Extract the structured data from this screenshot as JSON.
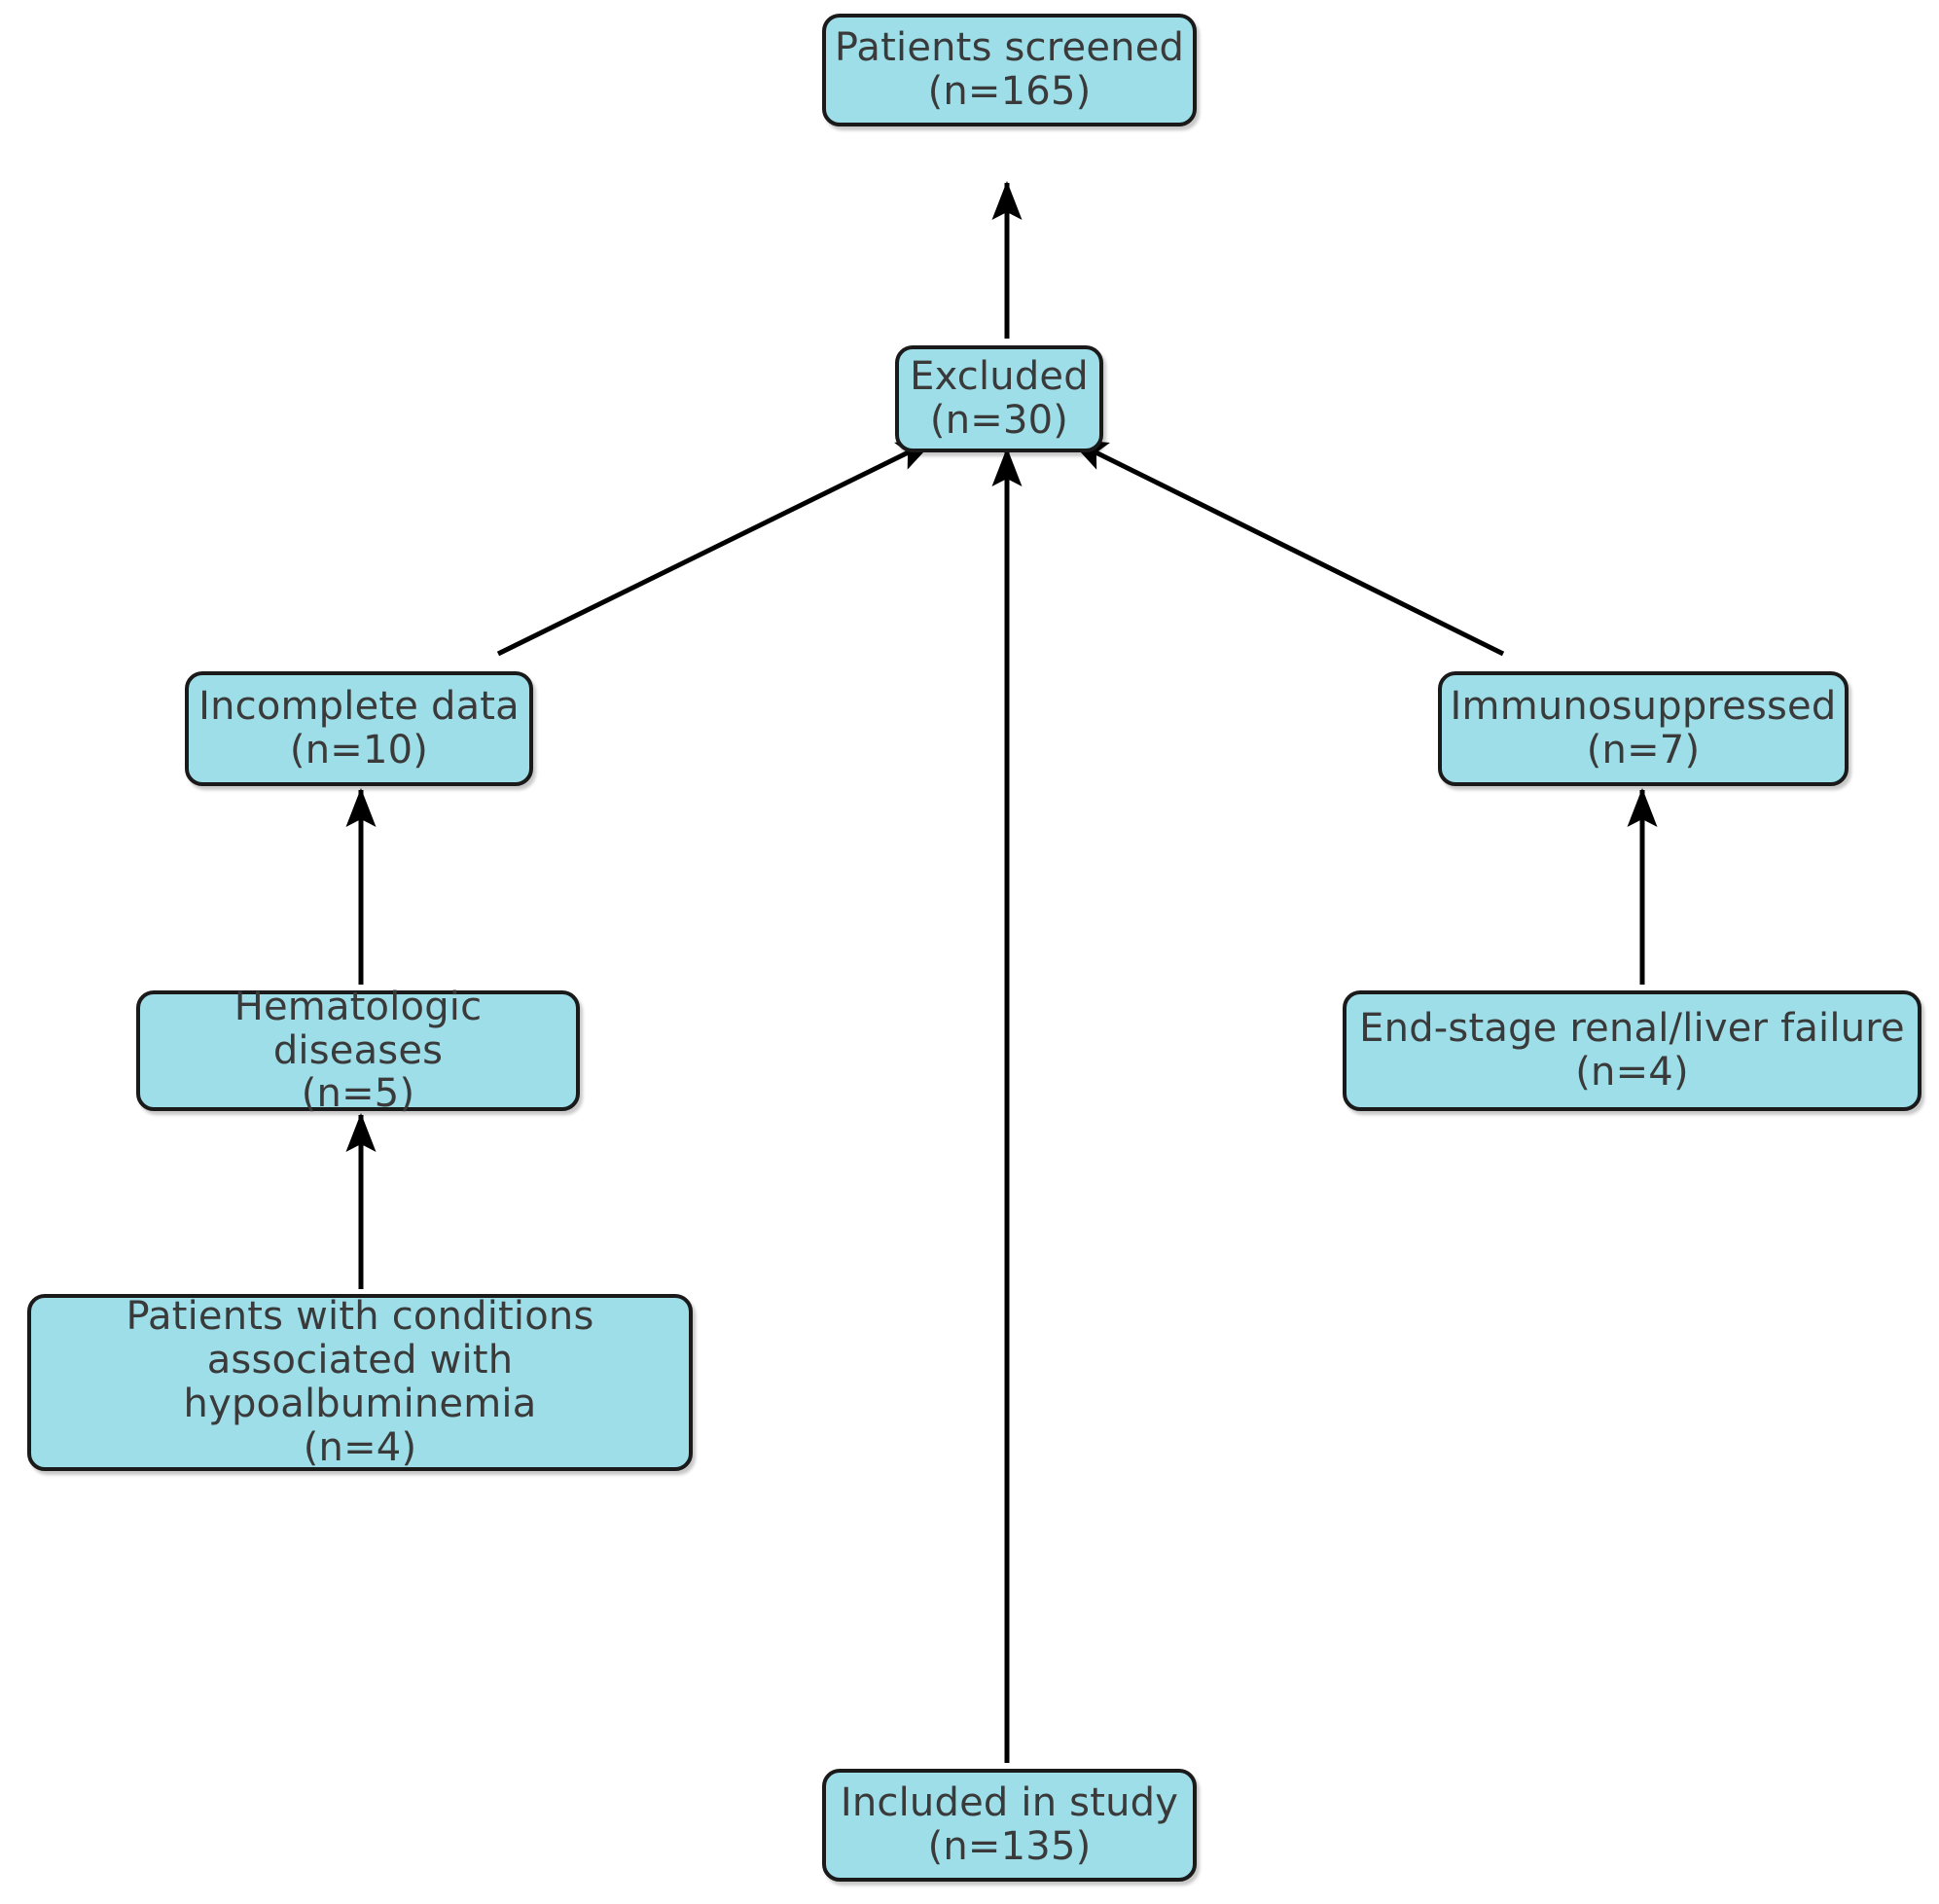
{
  "diagram": {
    "type": "flowchart",
    "title": "Patient screening and exclusion flow diagram",
    "colors": {
      "node_fill": "#9ddee8",
      "node_border": "#1a1a1a",
      "text": "#3a3a3a",
      "edge": "#000000",
      "background": "#ffffff"
    },
    "nodes": [
      {
        "id": "screened",
        "label": "Patients screened\n(n=165)",
        "name": "Patients screened",
        "count": 165
      },
      {
        "id": "excluded",
        "label": "Excluded\n(n=30)",
        "name": "Excluded",
        "count": 30
      },
      {
        "id": "incomplete",
        "label": "Incomplete data\n(n=10)",
        "name": "Incomplete data",
        "count": 10
      },
      {
        "id": "immunosuppressed",
        "label": "Immunosuppressed\n(n=7)",
        "name": "Immunosuppressed",
        "count": 7
      },
      {
        "id": "hematologic",
        "label": "Hematologic diseases\n(n=5)",
        "name": "Hematologic diseases",
        "count": 5
      },
      {
        "id": "endstage",
        "label": "End-stage renal/liver failure\n(n=4)",
        "name": "End-stage renal/liver failure",
        "count": 4
      },
      {
        "id": "hypoalbuminemia",
        "label": "Patients with conditions\nassociated with hypoalbuminemia\n(n=4)",
        "name": "Patients with conditions associated with hypoalbuminemia",
        "count": 4
      },
      {
        "id": "included",
        "label": "Included in study\n(n=135)",
        "name": "Included in study",
        "count": 135
      }
    ],
    "edges": [
      {
        "id": "edge-excluded-to-screened",
        "from": "excluded",
        "to": "screened",
        "style": "straight-arrow"
      },
      {
        "id": "edge-incomplete-to-excluded",
        "from": "incomplete",
        "to": "excluded",
        "style": "diagonal-arrow"
      },
      {
        "id": "edge-immuno-to-excluded",
        "from": "immunosuppressed",
        "to": "excluded",
        "style": "diagonal-arrow"
      },
      {
        "id": "edge-included-to-excluded",
        "from": "included",
        "to": "excluded",
        "style": "straight-arrow"
      },
      {
        "id": "edge-hematologic-to-incomplete",
        "from": "hematologic",
        "to": "incomplete",
        "style": "straight-arrow"
      },
      {
        "id": "edge-hypoalb-to-hematologic",
        "from": "hypoalbuminemia",
        "to": "hematologic",
        "style": "straight-arrow"
      },
      {
        "id": "edge-endstage-to-immuno",
        "from": "endstage",
        "to": "immunosuppressed",
        "style": "straight-arrow"
      }
    ]
  }
}
